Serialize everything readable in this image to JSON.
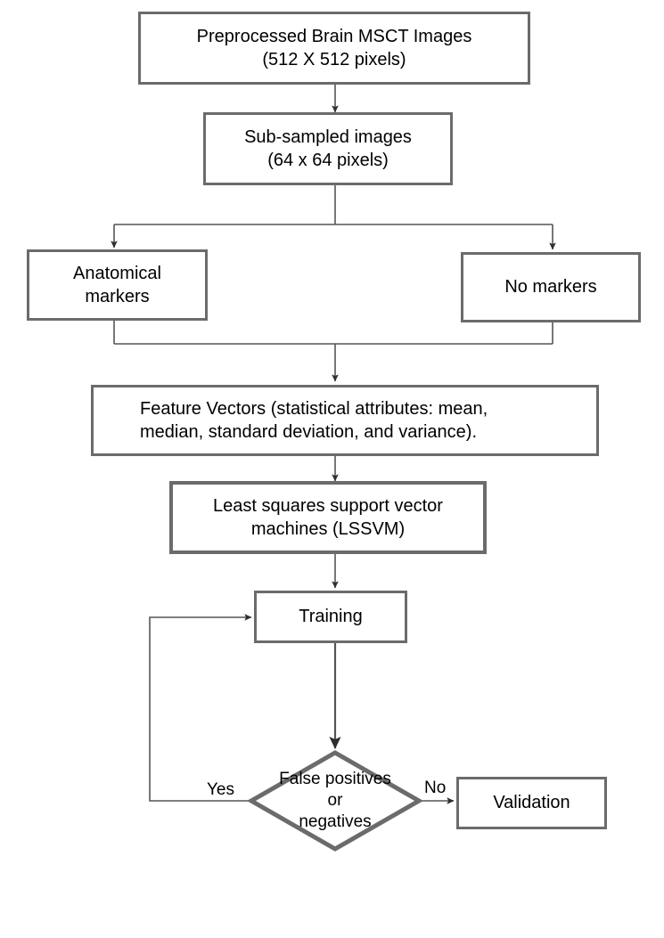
{
  "diagram": {
    "title": "Brain MSCT image classification flowchart",
    "colors": {
      "node_border": "#6b6b6b",
      "node_fill": "#ffffff",
      "connector": "#555555",
      "text": "#000000"
    },
    "nodes": [
      {
        "id": "preprocessed-images",
        "shape": "rect",
        "text": "Preprocessed Brain MSCT Images\n(512 X 512 pixels)"
      },
      {
        "id": "sub-sampled-images",
        "shape": "rect",
        "text": "Sub-sampled images\n(64 x 64 pixels)"
      },
      {
        "id": "anatomical-markers",
        "shape": "rect",
        "text": "Anatomical\nmarkers"
      },
      {
        "id": "no-markers",
        "shape": "rect",
        "text": "No markers"
      },
      {
        "id": "feature-vectors",
        "shape": "rect",
        "text": "Feature Vectors (statistical attributes: mean,\nmedian, standard deviation, and variance)."
      },
      {
        "id": "lssvm",
        "shape": "rect",
        "text": "Least squares  support vector\nmachines  (LSSVM)"
      },
      {
        "id": "training",
        "shape": "rect",
        "text": "Training"
      },
      {
        "id": "decision",
        "shape": "diamond",
        "text": "False positives\nor\nnegatives"
      },
      {
        "id": "validation",
        "shape": "rect",
        "text": "Validation"
      }
    ],
    "edge_labels": {
      "yes": "Yes",
      "no": "No"
    }
  }
}
